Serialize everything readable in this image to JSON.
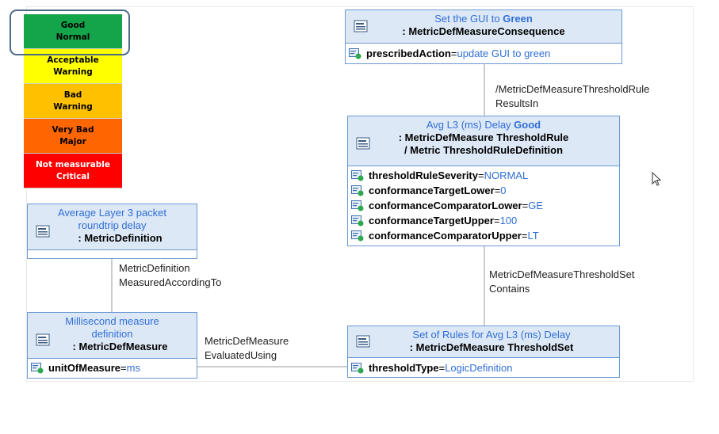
{
  "legend": {
    "items": [
      {
        "line1": "Good",
        "line2": "Normal"
      },
      {
        "line1": "Acceptable",
        "line2": "Warning"
      },
      {
        "line1": "Bad",
        "line2": "Warning"
      },
      {
        "line1": "Very Bad",
        "line2": "Major"
      },
      {
        "line1": "Not measurable",
        "line2": "Critical"
      }
    ],
    "colors": [
      "#14a44a",
      "#ffff00",
      "#ffc000",
      "#ff6600",
      "#ff0000"
    ]
  },
  "boxes": {
    "consequence": {
      "name_prefix": "Set the GUI to ",
      "name_emph": "Green",
      "type": ": MetricDefMeasureConsequence",
      "attrs": [
        {
          "name": "prescribedAction",
          "value": "update GUI to green"
        }
      ]
    },
    "rule": {
      "name_prefix": "Avg L3 (ms) Delay ",
      "name_emph": "Good",
      "type1": ": MetricDefMeasure ThresholdRule",
      "type2": "/ Metric ThresholdRuleDefinition",
      "attrs": [
        {
          "name": "thresholdRuleSeverity",
          "value": "NORMAL"
        },
        {
          "name": "conformanceTargetLower",
          "value": "0"
        },
        {
          "name": "conformanceComparatorLower",
          "value": "GE"
        },
        {
          "name": "conformanceTargetUpper",
          "value": "100"
        },
        {
          "name": "conformanceComparatorUpper",
          "value": "LT"
        }
      ]
    },
    "metricdef": {
      "name1": "Average Layer 3 packet",
      "name2": "roundtrip delay",
      "type": ": MetricDefinition"
    },
    "measure": {
      "name1": "Millisecond measure",
      "name2": "definition",
      "type": ": MetricDefMeasure",
      "attrs": [
        {
          "name": "unitOfMeasure",
          "value": "ms"
        }
      ]
    },
    "ruleset": {
      "name": "Set of Rules for Avg L3 (ms) Delay",
      "type": ": MetricDefMeasure ThresholdSet",
      "attrs": [
        {
          "name": "thresholdType",
          "value": "LogicDefinition"
        }
      ]
    }
  },
  "links": {
    "results_in": [
      "/MetricDefMeasureThresholdRule",
      "ResultsIn"
    ],
    "contains": [
      "MetricDefMeasureThresholdSet",
      "Contains"
    ],
    "measured": [
      "MetricDefinition",
      "MeasuredAccordingTo"
    ],
    "evaluated": [
      "MetricDefMeasure",
      "EvaluatedUsing"
    ]
  },
  "eq": " = "
}
